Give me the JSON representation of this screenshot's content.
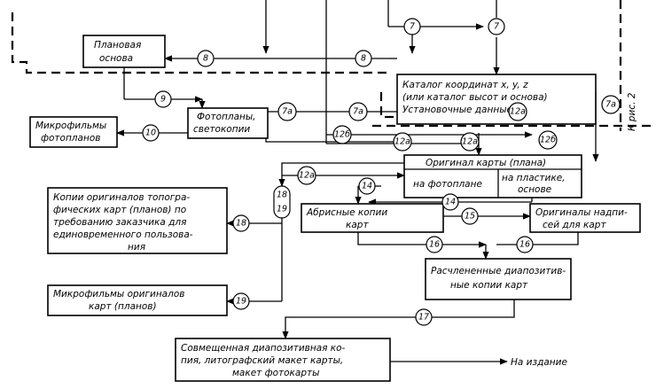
{
  "boxes": {
    "planovaya": [
      "Плановая",
      "основа"
    ],
    "catalog": [
      "Каталог координат x, y, z",
      "(или каталог высот и основа)",
      "Установочные данные"
    ],
    "mikro_foto": [
      "Микрофильмы",
      "фотопланов"
    ],
    "fotoplany": [
      "Фотопланы,",
      "светокопии"
    ],
    "original": "Оригинал карты (плана)",
    "na_fotoplane": "на фотоплане",
    "na_plastike": [
      "на пластике,",
      "основе"
    ],
    "kopii": [
      "Копии оригиналов топогра-",
      "фических карт (планов) по",
      "требованию заказчика для",
      "единовременного пользова-",
      "ния"
    ],
    "abrisnye": [
      "Абрисные копии",
      "карт"
    ],
    "originaly_nadpisey": [
      "Оригиналы надпи-",
      "сей для карт"
    ],
    "raschlenennye": [
      "Расчлененные диапозитив-",
      "ные копии карт"
    ],
    "mikro_orig": [
      "Микрофильмы оригиналов",
      "карт (планов)"
    ],
    "sovmeshennaya": [
      "Совмещенная диапозитивная ко-",
      "пия, литографский макет карты,",
      "макет фотокарты"
    ]
  },
  "labels": {
    "na_izdanie": "На издание",
    "k_ris": "К рис. 2"
  },
  "circles": {
    "c7_left": "7",
    "c7_right": "7",
    "c8_left": "8",
    "c8_right": "8",
    "c9": "9",
    "c7a_1": "7а",
    "c7a_2": "7а",
    "c7a_3": "7а",
    "c10": "10",
    "c12b_1": "12б",
    "c12b_2": "12б",
    "c12a_1": "12а",
    "c12a_2": "12а",
    "c12a_3": "12а",
    "c12a_4": "12а",
    "c14_1": "14",
    "c14_2": "14",
    "c15": "15",
    "c16_1": "16",
    "c16_2": "16",
    "c18": "18",
    "c1819_top": "18",
    "c1819_bot": "19",
    "c19": "19",
    "c17": "17"
  }
}
